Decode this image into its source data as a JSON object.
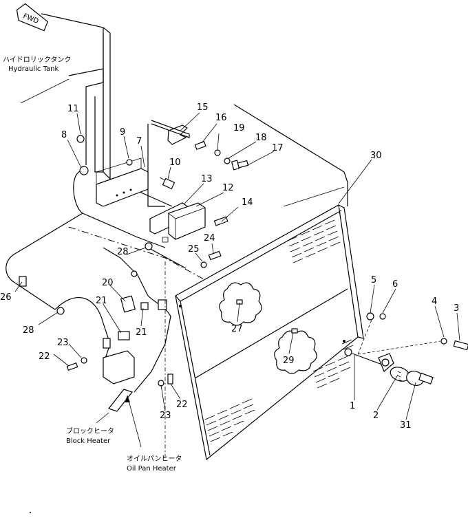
{
  "fwd_label": "FWD",
  "labels": {
    "hydraulic_tank_jp": "ハイドロリックタンク",
    "hydraulic_tank_en": "Hydraulic Tank",
    "block_heater_jp": "ブロックヒータ",
    "block_heater_en": "Block Heater",
    "oil_pan_heater_jp": "オイルパンヒータ",
    "oil_pan_heater_en": "Oil Pan Heater"
  },
  "callouts": {
    "c1": "1",
    "c2": "2",
    "c3": "3",
    "c4": "4",
    "c5": "5",
    "c6": "6",
    "c7": "7",
    "c8": "8",
    "c9": "9",
    "c10": "10",
    "c11": "11",
    "c12": "12",
    "c13": "13",
    "c14": "14",
    "c15": "15",
    "c16": "16",
    "c17": "17",
    "c18": "18",
    "c19": "19",
    "c20": "20",
    "c21a": "21",
    "c21b": "21",
    "c22a": "22",
    "c22b": "22",
    "c23a": "23",
    "c23b": "23",
    "c24": "24",
    "c25": "25",
    "c26": "26",
    "c27": "27",
    "c28a": "28",
    "c28b": "28",
    "c29": "29",
    "c30": "30",
    "c31": "31"
  }
}
